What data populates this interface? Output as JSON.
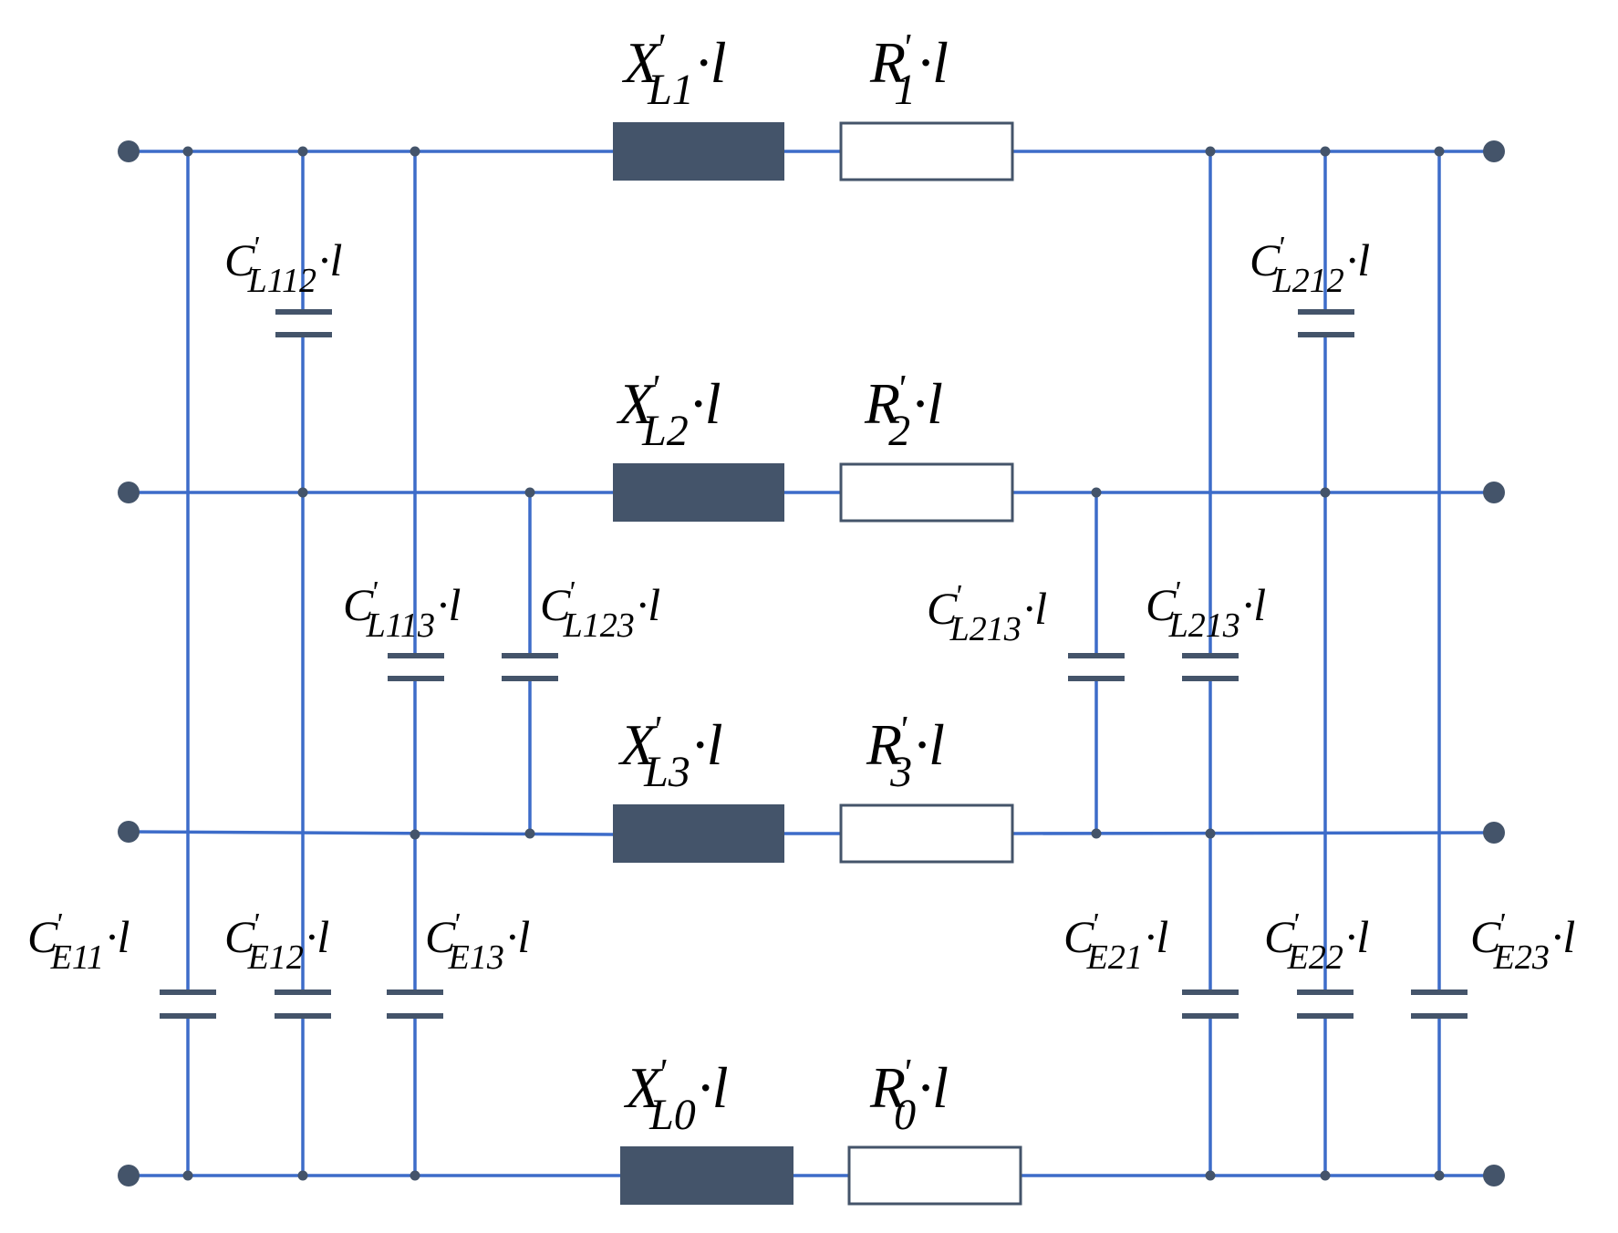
{
  "colors": {
    "wire": "#3d6cc9",
    "element": "#44546a",
    "node": "#44546a",
    "text": "#000000",
    "background": "#ffffff"
  },
  "labels": {
    "XL1": {
      "main": "X",
      "prime": "'",
      "sub": "L1",
      "suffix": "·l"
    },
    "R1": {
      "main": "R",
      "prime": "'",
      "sub": "1",
      "suffix": "·l"
    },
    "XL2": {
      "main": "X",
      "prime": "'",
      "sub": "L2",
      "suffix": "·l"
    },
    "R2": {
      "main": "R",
      "prime": "'",
      "sub": "2",
      "suffix": "·l"
    },
    "XL3": {
      "main": "X",
      "prime": "'",
      "sub": "L3",
      "suffix": "·l"
    },
    "R3": {
      "main": "R",
      "prime": "'",
      "sub": "3",
      "suffix": "·l"
    },
    "XL0": {
      "main": "X",
      "prime": "'",
      "sub": "L0",
      "suffix": "·l"
    },
    "R0": {
      "main": "R",
      "prime": "'",
      "sub": "0",
      "suffix": "·l"
    },
    "CL112": {
      "main": "C",
      "prime": "'",
      "sub": "L112",
      "suffix": "·l"
    },
    "CL212": {
      "main": "C",
      "prime": "'",
      "sub": "L212",
      "suffix": "·l"
    },
    "CL113": {
      "main": "C",
      "prime": "'",
      "sub": "L113",
      "suffix": "·l"
    },
    "CL123": {
      "main": "C",
      "prime": "'",
      "sub": "L123",
      "suffix": "·l"
    },
    "CL213a": {
      "main": "C",
      "prime": "'",
      "sub": "L213",
      "suffix": "·l"
    },
    "CL213b": {
      "main": "C",
      "prime": "'",
      "sub": "L213",
      "suffix": "·l"
    },
    "CE11": {
      "main": "C",
      "prime": "'",
      "sub": "E11",
      "suffix": "·l"
    },
    "CE12": {
      "main": "C",
      "prime": "'",
      "sub": "E12",
      "suffix": "·l"
    },
    "CE13": {
      "main": "C",
      "prime": "'",
      "sub": "E13",
      "suffix": "·l"
    },
    "CE21": {
      "main": "C",
      "prime": "'",
      "sub": "E21",
      "suffix": "·l"
    },
    "CE22": {
      "main": "C",
      "prime": "'",
      "sub": "E22",
      "suffix": "·l"
    },
    "CE23": {
      "main": "C",
      "prime": "'",
      "sub": "E23",
      "suffix": "·l"
    }
  }
}
